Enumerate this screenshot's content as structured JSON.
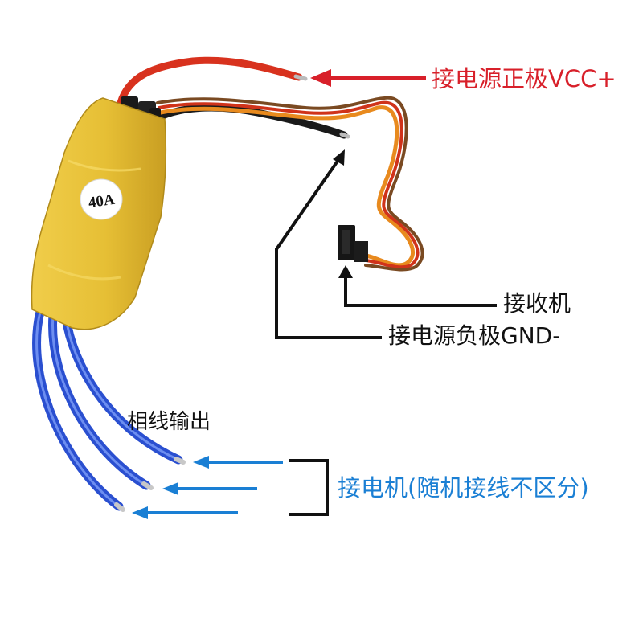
{
  "esc": {
    "rating_label": "40A"
  },
  "labels": {
    "vcc": "接电源正极VCC+",
    "receiver": "接收机",
    "gnd": "接电源负极GND-",
    "phase_output": "相线输出",
    "motor": "接电机(随机接线不区分)"
  },
  "colors": {
    "vcc_arrow": "#d8202a",
    "motor_arrows": "#1a7fd4",
    "callout_lines": "#111111",
    "esc_body": "#e8c13a",
    "phase_wires": "#2a4fd0",
    "red_wire": "#d8321e",
    "black_wire": "#1a1a1a"
  }
}
